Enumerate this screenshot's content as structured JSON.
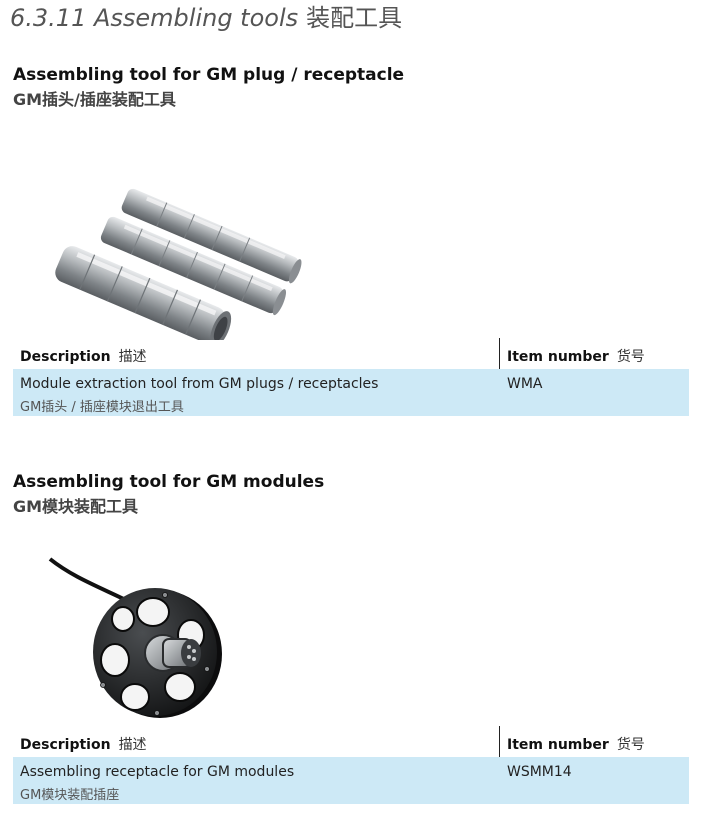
{
  "page": {
    "title_en": "6.3.11  Assembling tools",
    "title_zh": "装配工具"
  },
  "sections": [
    {
      "title_en": "Assembling tool for GM plug / receptacle",
      "title_zh": "GM插头/插座装配工具",
      "image_icon": "tube-extraction-tools-photo",
      "table": {
        "header_description_en": "Description",
        "header_description_zh": "描述",
        "header_item_en": "Item number",
        "header_item_zh": "货号",
        "rows": [
          {
            "description_en": "Module extraction tool from GM plugs / receptacles",
            "description_zh": "GM插头 / 插座模块退出工具",
            "item_number": "WMA"
          }
        ]
      }
    },
    {
      "title_en": "Assembling tool for GM modules",
      "title_zh": "GM模块装配工具",
      "image_icon": "assembling-receptacle-photo",
      "table": {
        "header_description_en": "Description",
        "header_description_zh": "描述",
        "header_item_en": "Item number",
        "header_item_zh": "货号",
        "rows": [
          {
            "description_en": "Assembling receptacle for GM modules",
            "description_zh": "GM模块装配插座",
            "item_number": "WSMM14"
          }
        ]
      }
    }
  ],
  "colors": {
    "table_row_bg": "#cde9f6",
    "title_gray": "#555555"
  }
}
